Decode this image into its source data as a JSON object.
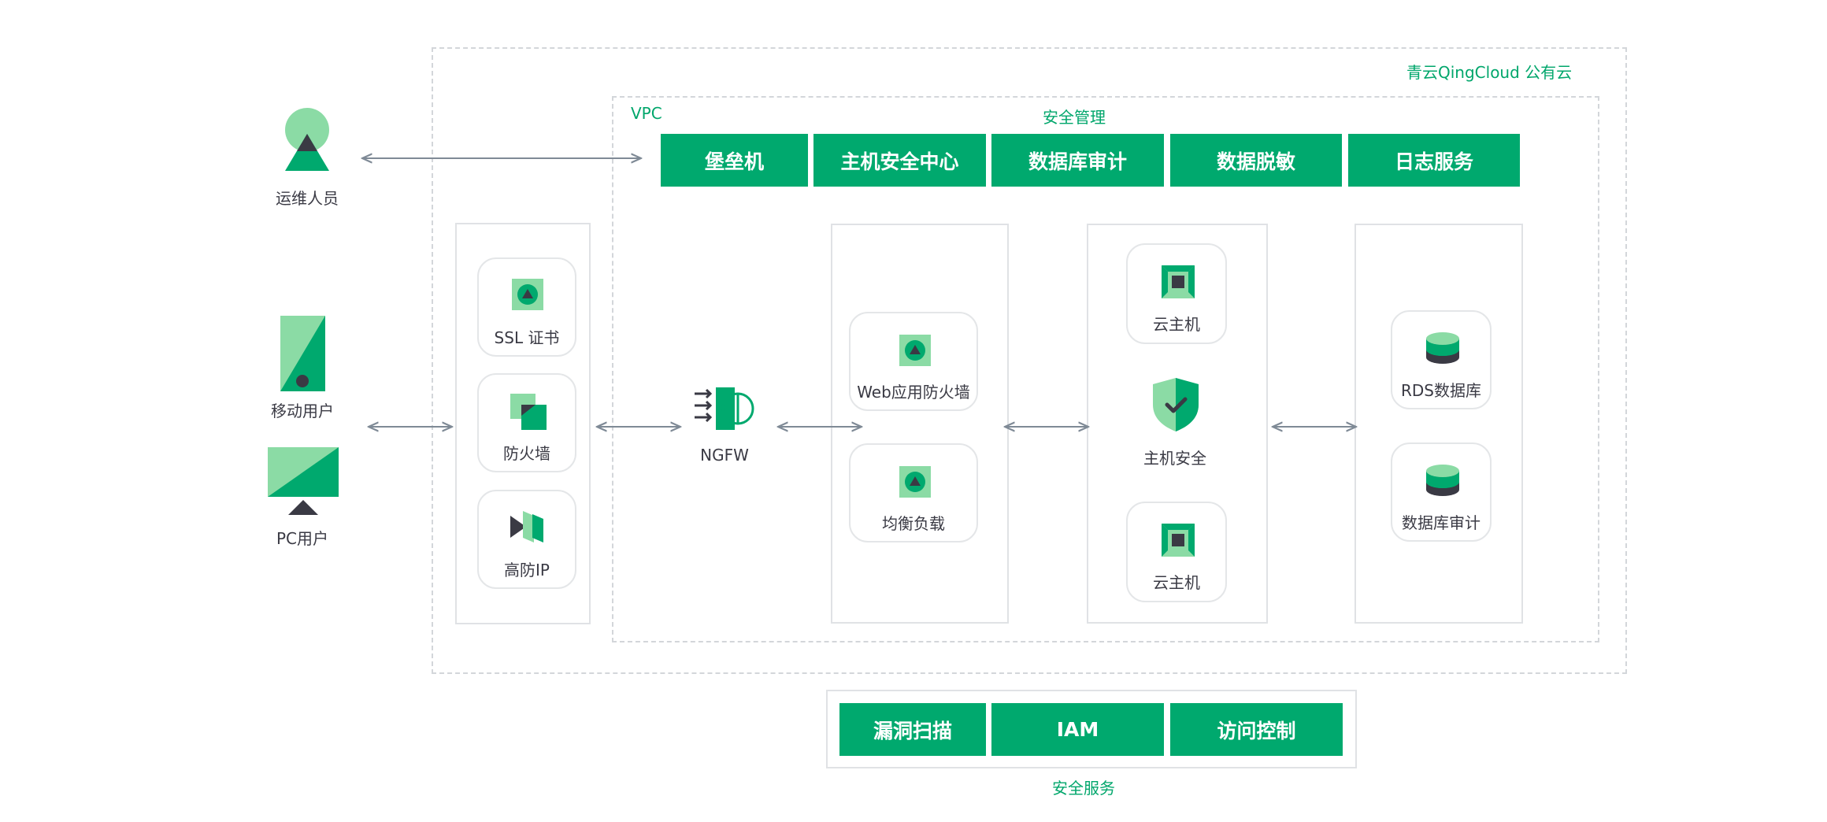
{
  "cloud_label": "青云QingCloud 公有云",
  "vpc_label": "VPC",
  "security_mgmt": {
    "title": "安全管理",
    "items": [
      "堡垒机",
      "主机安全中心",
      "数据库审计",
      "数据脱敏",
      "日志服务"
    ]
  },
  "users": {
    "ops": "运维人员",
    "mobile": "移动用户",
    "pc": "PC用户"
  },
  "edge": {
    "ssl": "SSL 证书",
    "firewall": "防火墙",
    "ddos": "高防IP"
  },
  "ngfw": "NGFW",
  "app_layer": {
    "waf": "Web应用防火墙",
    "lb": "均衡负载"
  },
  "host_layer": {
    "vm_top": "云主机",
    "host_security": "主机安全",
    "vm_bottom": "云主机"
  },
  "db_layer": {
    "rds": "RDS数据库",
    "db_audit": "数据库审计"
  },
  "security_services": {
    "title": "安全服务",
    "items": [
      "漏洞扫描",
      "IAM",
      "访问控制"
    ]
  },
  "colors": {
    "primary_green": "#00a96e",
    "light_green": "#8bdba5",
    "dark": "#3a3a44",
    "line": "#7f8a96"
  }
}
